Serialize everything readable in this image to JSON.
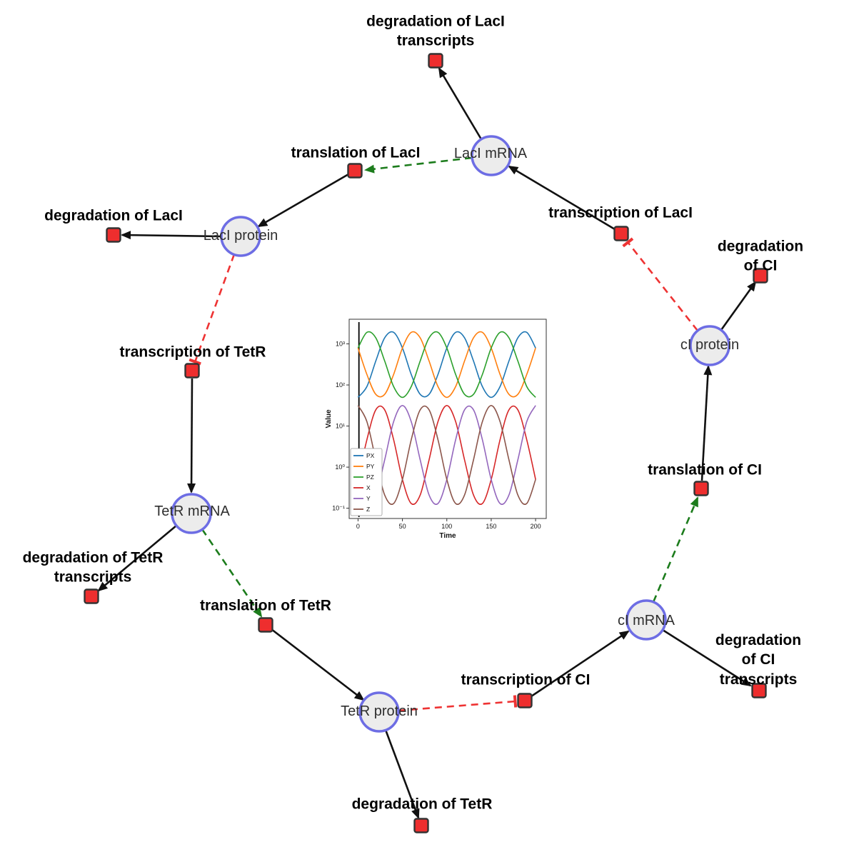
{
  "colors": {
    "species_fill": "#ececec",
    "species_stroke": "#6d6de4",
    "reaction_fill": "#ee2e2e",
    "reaction_stroke": "#333333",
    "edge_black": "#111111",
    "edge_green": "#1c7c1c",
    "edge_red": "#ee3333"
  },
  "network": {
    "species": [
      {
        "label": "LacI mRNA"
      },
      {
        "label": "LacI protein"
      },
      {
        "label": "TetR mRNA"
      },
      {
        "label": "TetR protein"
      },
      {
        "label": "cI mRNA"
      },
      {
        "label": "cI protein"
      }
    ],
    "reactions": [
      {
        "label": "degradation of LacI\ntranscripts"
      },
      {
        "label": "translation of LacI"
      },
      {
        "label": "transcription of LacI"
      },
      {
        "label": "degradation of LacI"
      },
      {
        "label": "transcription of TetR"
      },
      {
        "label": "degradation of TetR\ntranscripts"
      },
      {
        "label": "translation of TetR"
      },
      {
        "label": "degradation of TetR"
      },
      {
        "label": "transcription of CI"
      },
      {
        "label": "degradation of CI\ntranscripts"
      },
      {
        "label": "translation of CI"
      },
      {
        "label": "degradation of CI"
      }
    ]
  },
  "chart_data": {
    "type": "line",
    "title": "",
    "xlabel": "Time",
    "ylabel": "Value",
    "y_scale": "log",
    "xlim": [
      -10,
      212
    ],
    "ylim_log": [
      -1.25,
      3.6
    ],
    "x_ticks": [
      0,
      50,
      100,
      150,
      200
    ],
    "y_ticks_log": [
      -1,
      0,
      1,
      2,
      3
    ],
    "legend_position": "lower left",
    "grid": false,
    "annotations": [
      {
        "type": "vline",
        "x": 1,
        "color": "#000000"
      }
    ],
    "x": [
      0,
      10,
      20,
      30,
      40,
      50,
      60,
      70,
      80,
      90,
      100,
      110,
      120,
      130,
      140,
      150,
      160,
      170,
      180,
      190,
      200
    ],
    "series": [
      {
        "name": "PX",
        "color": "#1f77b4",
        "values": [
          50,
          92,
          384,
          1403,
          1914,
          794,
          179,
          59,
          59,
          179,
          794,
          1914,
          1403,
          384,
          92,
          50,
          92,
          384,
          1403,
          1914,
          794
        ]
      },
      {
        "name": "PY",
        "color": "#ff7f0e",
        "values": [
          794,
          179,
          59,
          59,
          179,
          794,
          1914,
          1403,
          384,
          92,
          50,
          92,
          384,
          1403,
          1914,
          794,
          179,
          59,
          59,
          179,
          794
        ]
      },
      {
        "name": "PZ",
        "color": "#2ca02c",
        "values": [
          794,
          1914,
          1403,
          384,
          92,
          50,
          92,
          384,
          1403,
          1914,
          794,
          179,
          59,
          59,
          179,
          794,
          1914,
          1403,
          384,
          92,
          50
        ]
      },
      {
        "name": "X",
        "color": "#d62728",
        "values": [
          0.5,
          4.7,
          24.9,
          24.9,
          4.7,
          0.5,
          0.13,
          0.21,
          1.5,
          12.7,
          31.6,
          12.7,
          1.5,
          0.21,
          0.13,
          0.5,
          4.7,
          24.9,
          24.9,
          4.7,
          0.5
        ]
      },
      {
        "name": "Y",
        "color": "#9467bd",
        "values": [
          0.5,
          0.13,
          0.21,
          1.5,
          12.7,
          31.6,
          12.7,
          1.5,
          0.21,
          0.13,
          0.5,
          4.7,
          24.9,
          24.9,
          4.7,
          0.5,
          0.13,
          0.21,
          1.5,
          12.7,
          31.6
        ]
      },
      {
        "name": "Z",
        "color": "#8c564b",
        "values": [
          31.6,
          12.7,
          1.5,
          0.21,
          0.13,
          0.5,
          4.7,
          24.9,
          24.9,
          4.7,
          0.5,
          0.13,
          0.21,
          1.5,
          12.7,
          31.6,
          12.7,
          1.5,
          0.21,
          0.13,
          0.5
        ]
      }
    ]
  }
}
